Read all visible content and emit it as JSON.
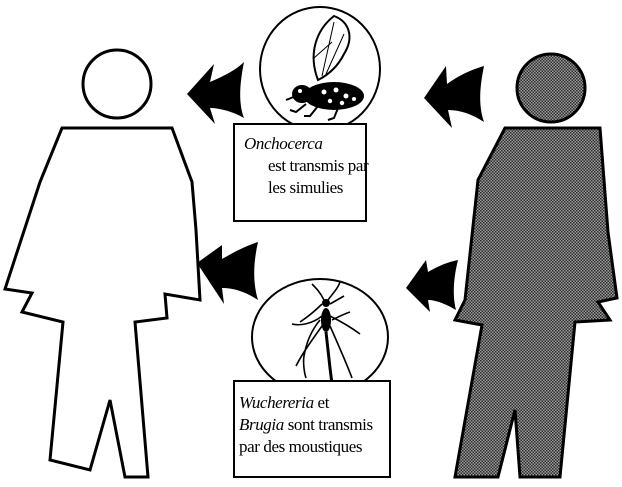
{
  "top_caption": {
    "genus": "Onchocerca",
    "line2": "est transmis par",
    "line3": "les simulies"
  },
  "bottom_caption": {
    "genus1": "Wuchereria",
    "conj": "et",
    "genus2": "Brugia",
    "line2_rest": "sont transmis",
    "line3": "par des moustiques"
  },
  "colors": {
    "infected_figure": "#7d7d7d",
    "outline": "#000000",
    "background": "#ffffff"
  }
}
